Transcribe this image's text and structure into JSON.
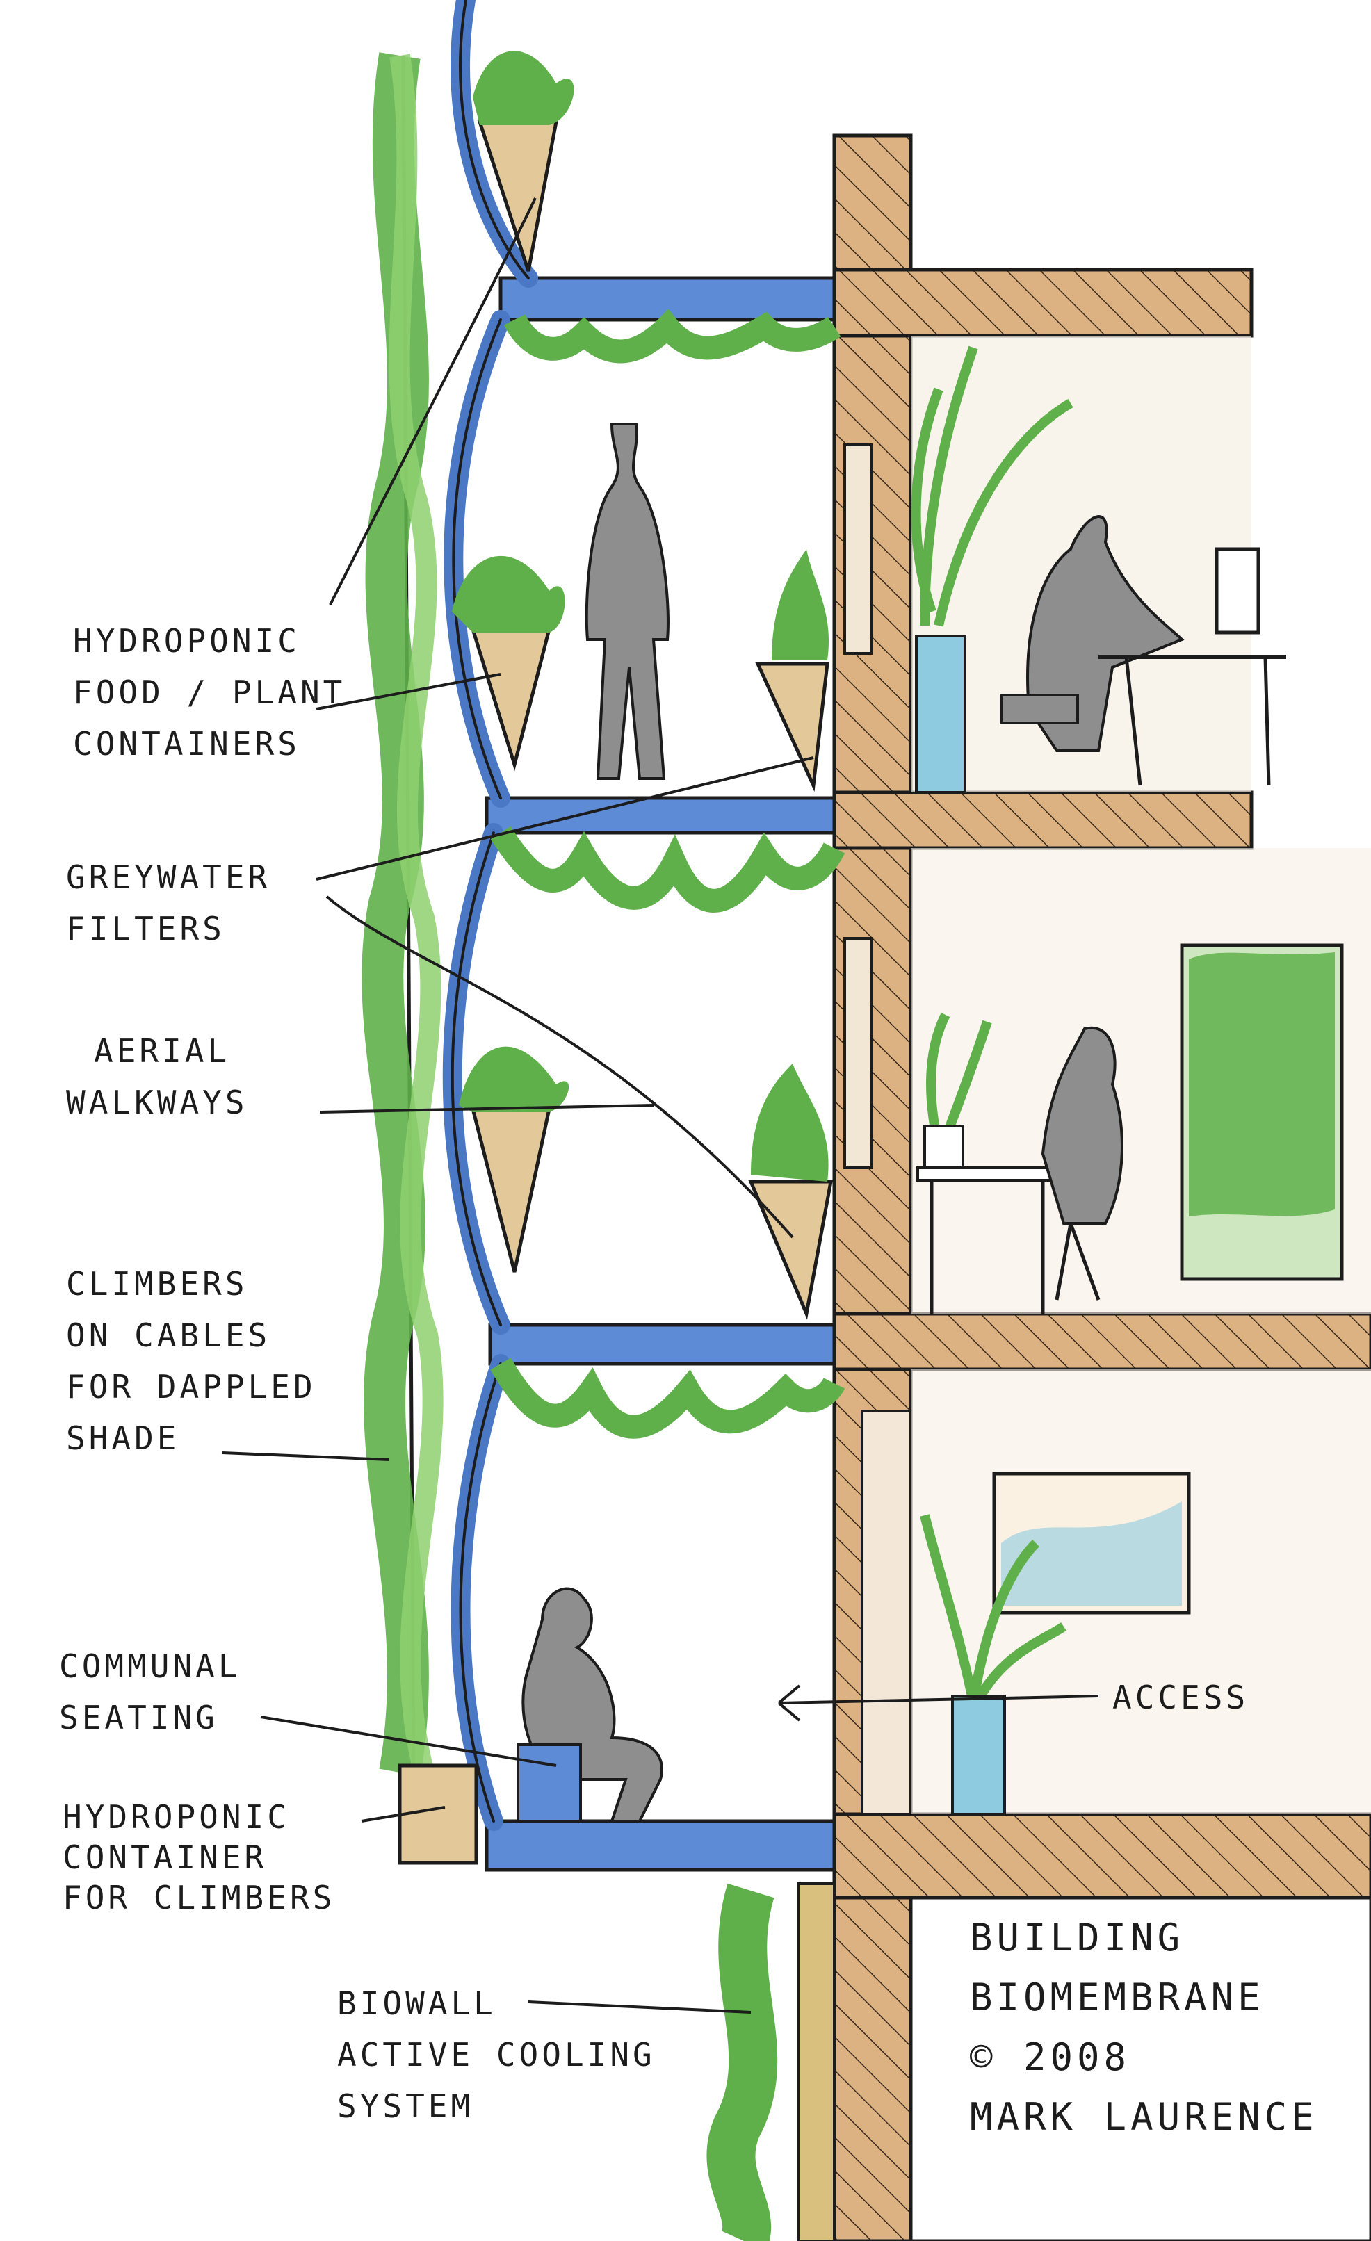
{
  "labels": {
    "hydroponic_food": [
      "HYDROPONIC",
      "FOOD / PLANT",
      "CONTAINERS"
    ],
    "greywater": [
      "GREYWATER",
      "FILTERS"
    ],
    "aerial": [
      "AERIAL",
      "WALKWAYS"
    ],
    "climbers": [
      "CLIMBERS",
      "ON CABLES",
      "FOR DAPPLED",
      "SHADE"
    ],
    "communal": [
      "COMMUNAL",
      "SEATING"
    ],
    "hydroponic_climbers": [
      "HYDROPONIC",
      "CONTAINER",
      "FOR CLIMBERS"
    ],
    "biowall": [
      "BIOWALL",
      "ACTIVE COOLING",
      "SYSTEM"
    ],
    "access": "ACCESS"
  },
  "title": {
    "line1": "BUILDING",
    "line2": "BIOMEMBRANE",
    "line3": "© 2008",
    "line4": "MARK LAURENCE"
  },
  "colors": {
    "ink": "#1c1c1c",
    "foliage": "#5fb04a",
    "foliage_light": "#8fd070",
    "membrane_blue": "#4a78c4",
    "slab_blue": "#5d8bd6",
    "wall_tan": "#dcb283",
    "container_sand": "#e3c89a",
    "person_grey": "#8e8e8e",
    "pot_cyan": "#8fcbe0"
  }
}
